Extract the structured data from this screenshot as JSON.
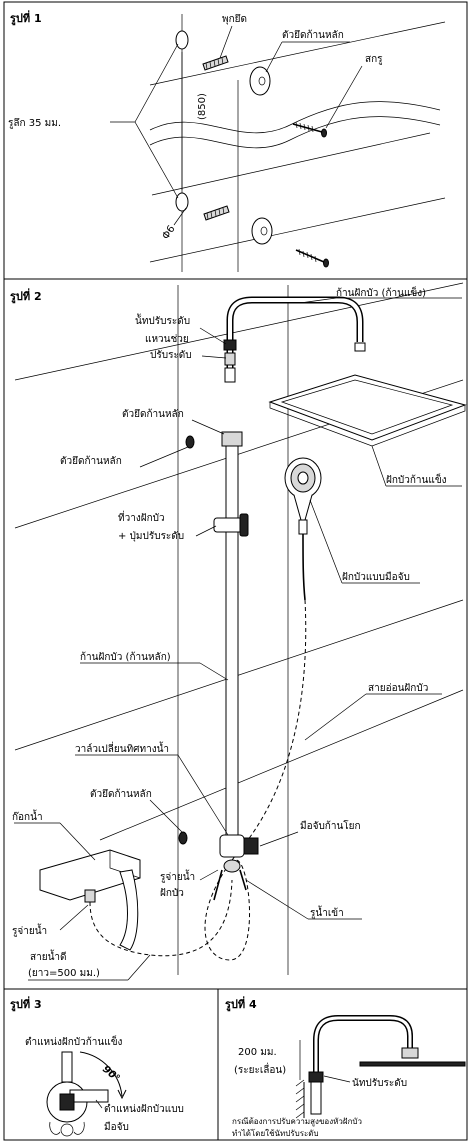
{
  "panel1": {
    "title": "รูปที่ 1",
    "labels": {
      "wall_plug": "พุกยึด",
      "wall_holder": "ตัวยึดก้านหลัก",
      "screw": "สกรู",
      "hole": "รูลึก 35 มม.",
      "height": "(850)",
      "diameter": "Φ6"
    }
  },
  "panel2": {
    "title": "รูปที่ 2",
    "labels": {
      "rigid_arm": "ก้านฝักบัว (ก้านแข็ง)",
      "adjust_nut": "น้ัทปรับระดับ",
      "washer_1": "แหวนช่วย",
      "washer_2": "ปรับระดับ",
      "holder_top": "ตัวยึดก้านหลัก",
      "holder_wall": "ตัวยึดก้านหลัก",
      "rain_head": "ฝักบัวก้านแข็ง",
      "handshower_holder_1": "ที่วางฝักบัว",
      "handshower_holder_2": "+ ปุ่มปรับระดับ",
      "handshower": "ฝักบัวแบบมือจับ",
      "main_bar": "ก้านฝักบัว (ก้านหลัก)",
      "hose": "สายอ่อนฝักบัว",
      "diverter": "วาล์วเปลี่ยนทิศทางน้ำ",
      "holder_lower": "ตัวยึดก้านหลัก",
      "lever": "มือจับก้านโยก",
      "faucet": "ก๊อกน้ำ",
      "outlet_shower_1": "รูจ่ายน้ำ",
      "outlet_shower_2": "ฝักบัว",
      "inlet": "รูน้ำเข้า",
      "outlet": "รูจ่ายน้ำ",
      "pipe_1": "สายน้ำดี",
      "pipe_2": "(ยาว=500 มม.)"
    }
  },
  "panel3": {
    "title": "รูปที่ 3",
    "labels": {
      "rigid_pos": "ตำแหน่งฝักบัวก้านแข็ง",
      "angle": "90°",
      "hand_pos_1": "ตำแหน่งฝักบัวแบบ",
      "hand_pos_2": "มือจับ"
    }
  },
  "panel4": {
    "title": "รูปที่ 4",
    "labels": {
      "travel_1": "200 มม.",
      "travel_2": "(ระยะเลื่อน)",
      "nut": "นัทปรับระดับ",
      "note_1": "กรณีต้องการปรับความสูงของหัวฝักบัว",
      "note_2": "ทำได้โดยใช้นัทปรับระดับ"
    }
  }
}
